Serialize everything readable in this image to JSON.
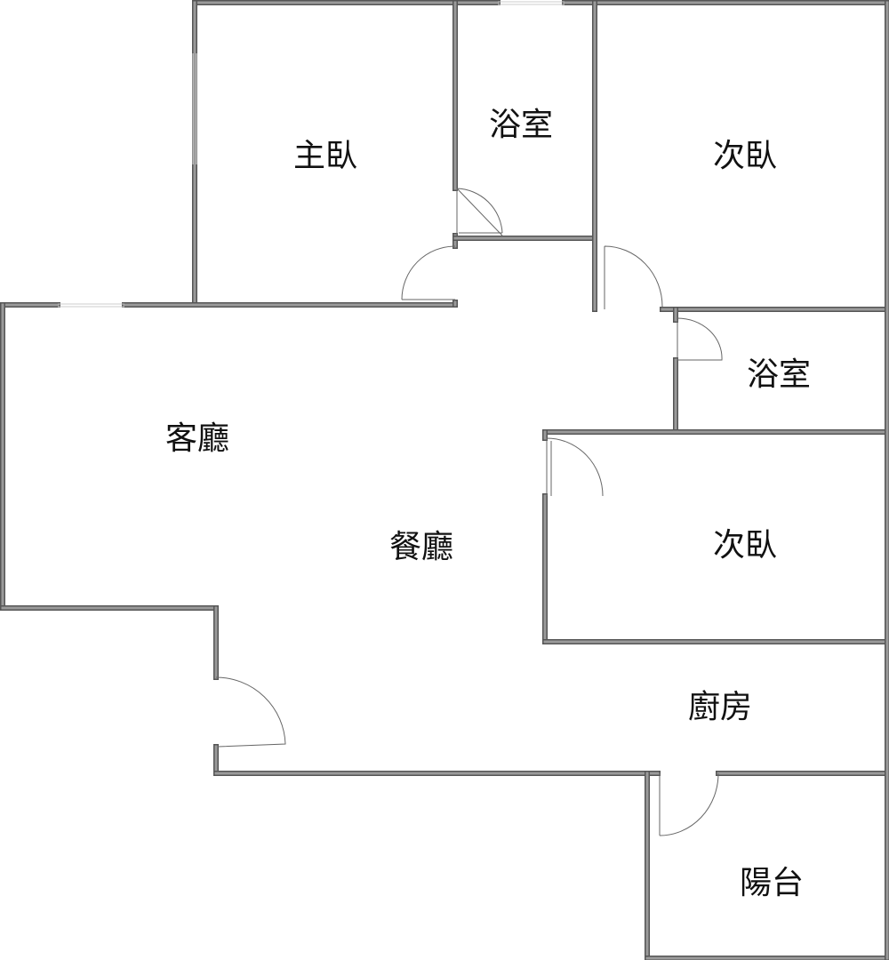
{
  "rooms": [
    {
      "id": "master-bedroom",
      "label": "主臥"
    },
    {
      "id": "bathroom-1",
      "label": "浴室"
    },
    {
      "id": "bedroom-2",
      "label": "次臥"
    },
    {
      "id": "bathroom-2",
      "label": "浴室"
    },
    {
      "id": "living-room",
      "label": "客廳"
    },
    {
      "id": "dining-room",
      "label": "餐廳"
    },
    {
      "id": "bedroom-3",
      "label": "次臥"
    },
    {
      "id": "kitchen",
      "label": "廚房"
    },
    {
      "id": "balcony",
      "label": "陽台"
    }
  ],
  "colors": {
    "wall_fill": "#9a9a9a",
    "wall_edge": "#555555",
    "door": "#666666",
    "window": "#cccccc"
  }
}
